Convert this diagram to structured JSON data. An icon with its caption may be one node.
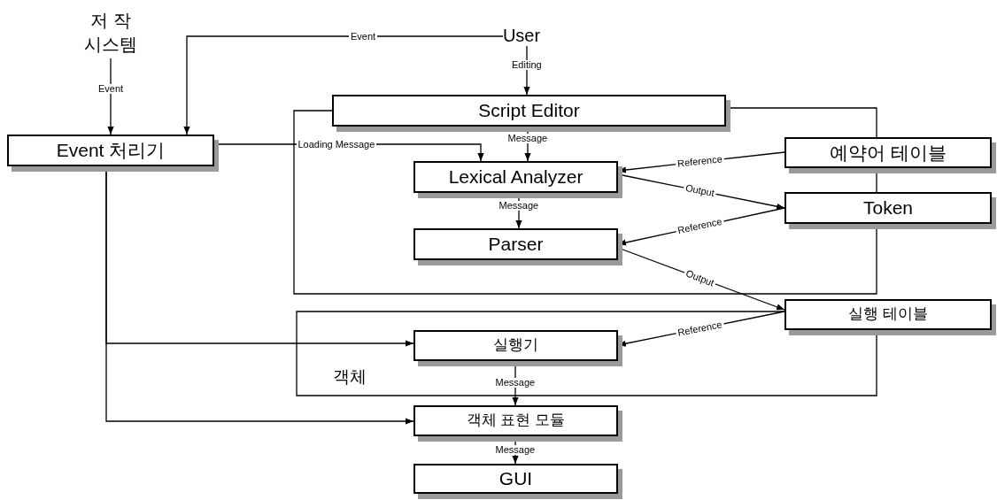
{
  "diagram": {
    "nodes": [
      {
        "text": [
          "저 작 시스템"
        ]
      },
      {
        "text": [
          "User"
        ]
      },
      {
        "text": [
          "Event 처리기"
        ]
      },
      {
        "text": [
          "Script Editor"
        ]
      },
      {
        "text": [
          "Lexical Analyzer"
        ]
      },
      {
        "text": [
          "Parser"
        ]
      },
      {
        "text": [
          "예약어 테이블"
        ]
      },
      {
        "text": [
          "Token"
        ]
      },
      {
        "text": [
          "실행 테이블"
        ]
      },
      {
        "text": [
          "실행기"
        ]
      },
      {
        "text": [
          "객체 표현 모듈"
        ]
      },
      {
        "text": [
          "GUI"
        ]
      }
    ],
    "edges": [
      {
        "from": 0,
        "to": 2,
        "arrow": "to",
        "label": "Event"
      },
      {
        "from": 1,
        "to": 2,
        "arrow": "to",
        "label": "Event"
      },
      {
        "from": 1,
        "to": 3,
        "arrow": "to",
        "label": "Editing"
      },
      {
        "from": 2,
        "to": 4,
        "arrow": "to",
        "label": "Loading Message"
      },
      {
        "from": 3,
        "to": 4,
        "arrow": "to",
        "label": "Message"
      },
      {
        "from": 4,
        "to": 5,
        "arrow": "to",
        "label": "Message"
      },
      {
        "from": 6,
        "to": 4,
        "arrow": "to",
        "label": "Reference"
      },
      {
        "from": 4,
        "to": 7,
        "arrow": "to",
        "label": "Output"
      },
      {
        "from": 7,
        "to": 5,
        "arrow": "to",
        "label": "Reference"
      },
      {
        "from": 5,
        "to": 8,
        "arrow": "to",
        "label": "Output"
      },
      {
        "from": 8,
        "to": 9,
        "arrow": "to",
        "label": "Reference"
      },
      {
        "from": 9,
        "to": 10,
        "arrow": "to",
        "label": "Message"
      },
      {
        "from": 10,
        "to": 11,
        "arrow": "to",
        "label": "Message"
      },
      {
        "from": 2,
        "to": 9,
        "arrow": "to"
      },
      {
        "from": 2,
        "to": 10,
        "arrow": "to"
      },
      {
        "from": 3,
        "to": 6,
        "arrow": "none"
      },
      {
        "from": 6,
        "to": 7,
        "arrow": "none"
      },
      {
        "from": 7,
        "to": 3,
        "arrow": "none"
      },
      {
        "from": 8,
        "to": 8,
        "arrow": "none"
      }
    ],
    "labels": [
      "객체"
    ]
  }
}
